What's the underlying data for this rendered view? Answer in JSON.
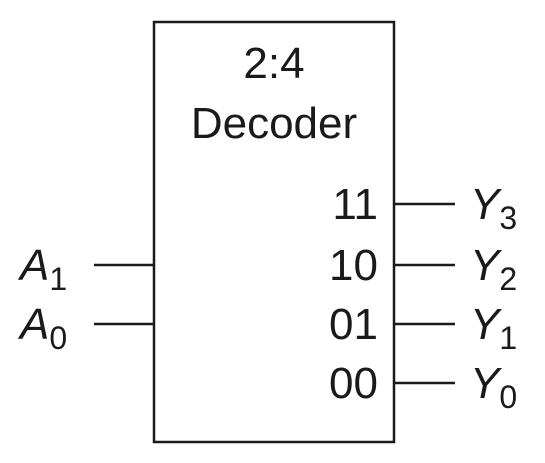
{
  "block": {
    "title_line1": "2:4",
    "title_line2": "Decoder"
  },
  "inputs": [
    {
      "base": "A",
      "sub": "1"
    },
    {
      "base": "A",
      "sub": "0"
    }
  ],
  "output_codes": [
    "11",
    "10",
    "01",
    "00"
  ],
  "outputs": [
    {
      "base": "Y",
      "sub": "3"
    },
    {
      "base": "Y",
      "sub": "2"
    },
    {
      "base": "Y",
      "sub": "1"
    },
    {
      "base": "Y",
      "sub": "0"
    }
  ]
}
